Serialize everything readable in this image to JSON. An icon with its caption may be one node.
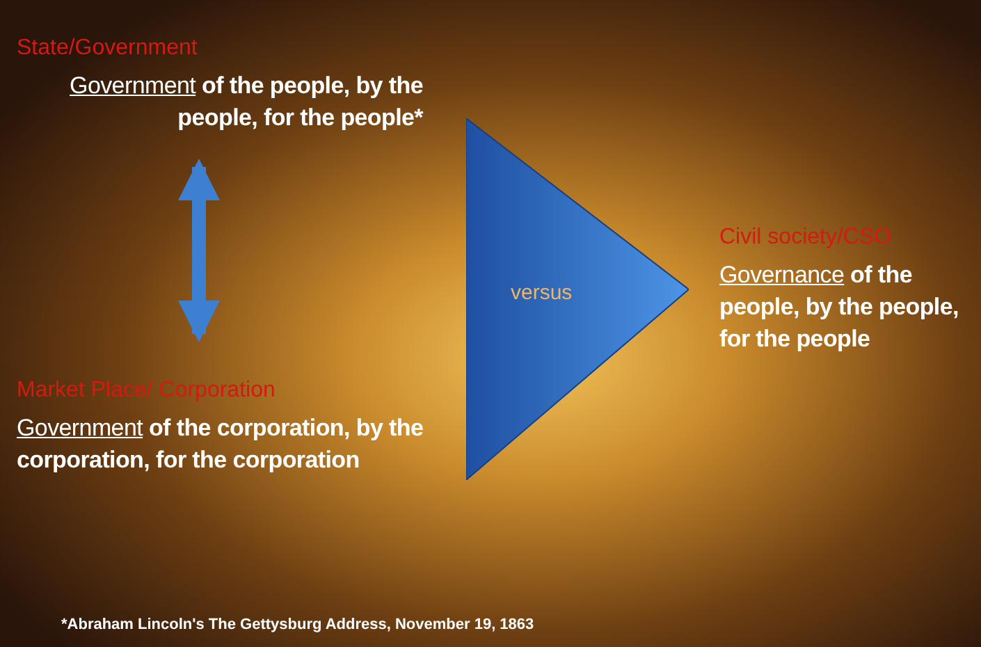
{
  "diagram": {
    "nodes": [
      {
        "text": [
          "State/Government",
          "Government of the people, by the people, for the people*"
        ]
      },
      {
        "text": [
          "Market Place/ Corporation",
          "Government of the corporation, by the corporation, for the corporation"
        ]
      },
      {
        "text": [
          "versus"
        ]
      },
      {
        "text": [
          "Civil society/CSO",
          "Governance of the people, by the people, for the people"
        ]
      }
    ],
    "edges": [
      {
        "from": 0,
        "to": 1,
        "arrow": "both"
      }
    ],
    "labels": [
      "*Abraham Lincoln's The Gettysburg Address, November 19, 1863"
    ]
  }
}
